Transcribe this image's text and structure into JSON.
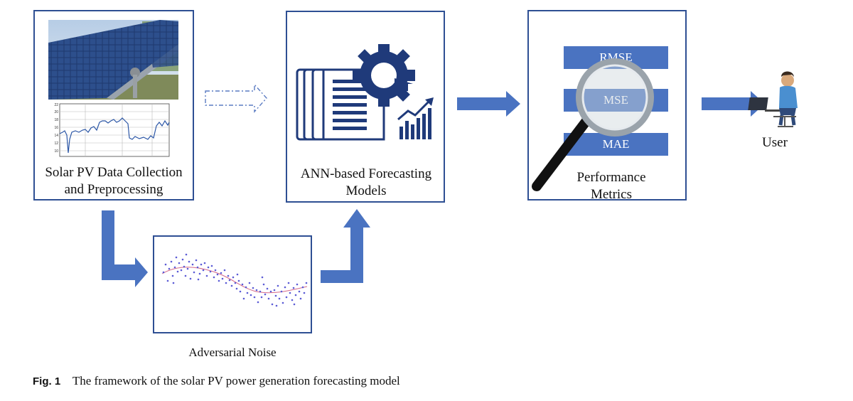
{
  "nodes": {
    "data_collection": "Solar PV Data Collection and Preprocessing",
    "ann_models": "ANN-based Forecasting Models",
    "adversarial_noise": "Adversarial Noise",
    "performance": "Performance Metrics",
    "user": "User"
  },
  "metrics": [
    "RMSE",
    "MSE",
    "MAE"
  ],
  "caption": {
    "label": "Fig. 1",
    "text": "The framework of the solar PV power generation forecasting model"
  },
  "mini_chart_ticks": [
    "22",
    "20",
    "18",
    "16",
    "14",
    "12",
    "10"
  ],
  "colors": {
    "border": "#2e4f93",
    "arrow": "#4a73c1",
    "metric_fill": "#4a73c1"
  }
}
